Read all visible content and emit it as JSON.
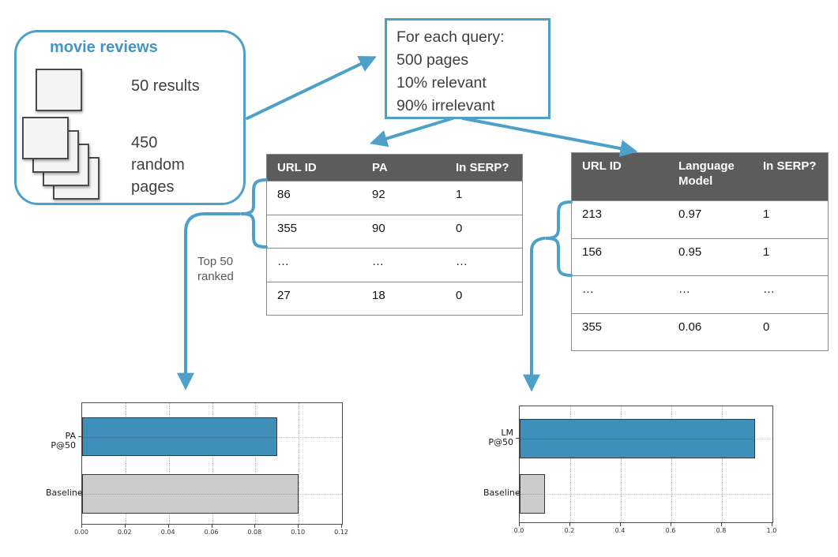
{
  "colors": {
    "accent_blue": "#4da0c8",
    "title_blue": "#4295c4",
    "bar_blue": "#3e8fba",
    "bar_gray": "#cccccc",
    "table_header_gray": "#5c5c5c",
    "text_dark": "#3f3f3f",
    "text_gray": "#595959"
  },
  "corpus_box": {
    "title": "movie reviews",
    "items": [
      {
        "icon": "page-icon",
        "label": "50 results"
      },
      {
        "icon": "page-stack-icon",
        "label": "450 random pages"
      }
    ]
  },
  "query_box": {
    "lines": [
      "For each query:",
      "500 pages",
      "10% relevant",
      "90% irrelevant"
    ]
  },
  "ranked_label": {
    "line1": "Top 50",
    "line2": "ranked"
  },
  "tables": [
    {
      "name": "pa-table",
      "headers": [
        "URL ID",
        "PA",
        "In SERP?"
      ],
      "rows": [
        [
          "86",
          "92",
          "1"
        ],
        [
          "355",
          "90",
          "0"
        ],
        [
          "…",
          "…",
          "…"
        ],
        [
          "27",
          "18",
          "0"
        ]
      ]
    },
    {
      "name": "lm-table",
      "headers": [
        "URL ID",
        "Language Model",
        "In SERP?"
      ],
      "rows": [
        [
          "213",
          "0.97",
          "1"
        ],
        [
          "156",
          "0.95",
          "1"
        ],
        [
          "…",
          "…",
          "…"
        ],
        [
          "355",
          "0.06",
          "0"
        ]
      ]
    }
  ],
  "chart_data": [
    {
      "type": "bar",
      "orientation": "horizontal",
      "title": "",
      "xlabel": "",
      "ylabel": "",
      "categories": [
        "PA P@50",
        "Baseline"
      ],
      "values": [
        0.09,
        0.1
      ],
      "bar_colors": [
        "#3e8fba",
        "#cccccc"
      ],
      "xlim": [
        0,
        0.12
      ],
      "xticks": [
        0,
        0.02,
        0.04,
        0.06,
        0.08,
        0.1,
        0.12
      ],
      "xtick_labels": [
        "0.00",
        "0.02",
        "0.04",
        "0.06",
        "0.08",
        "0.10",
        "0.12"
      ],
      "grid": true,
      "legend": false
    },
    {
      "type": "bar",
      "orientation": "horizontal",
      "title": "",
      "xlabel": "",
      "ylabel": "",
      "categories": [
        "LM\nP@50",
        "Baseline"
      ],
      "values": [
        0.93,
        0.1
      ],
      "bar_colors": [
        "#3e8fba",
        "#cccccc"
      ],
      "xlim": [
        0,
        1.0
      ],
      "xticks": [
        0,
        0.2,
        0.4,
        0.6,
        0.8,
        1.0
      ],
      "xtick_labels": [
        "0.0",
        "0.2",
        "0.4",
        "0.6",
        "0.8",
        "1.0"
      ],
      "grid": true,
      "legend": false
    }
  ]
}
